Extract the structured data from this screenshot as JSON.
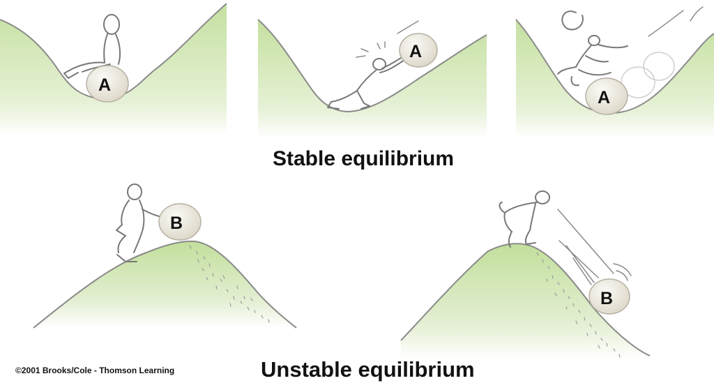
{
  "captions": {
    "stable": "Stable equilibrium",
    "unstable": "Unstable equilibrium"
  },
  "copyright": "©2001 Brooks/Cole - Thomson Learning",
  "rock_labels": {
    "stable": "A",
    "unstable": "B"
  },
  "colors": {
    "terrain_green": "#c5e0a0",
    "terrain_fade": "#ffffff",
    "outline": "#8a8a8a",
    "rock_fill": "#ece9df",
    "figure_stroke": "#777777"
  }
}
